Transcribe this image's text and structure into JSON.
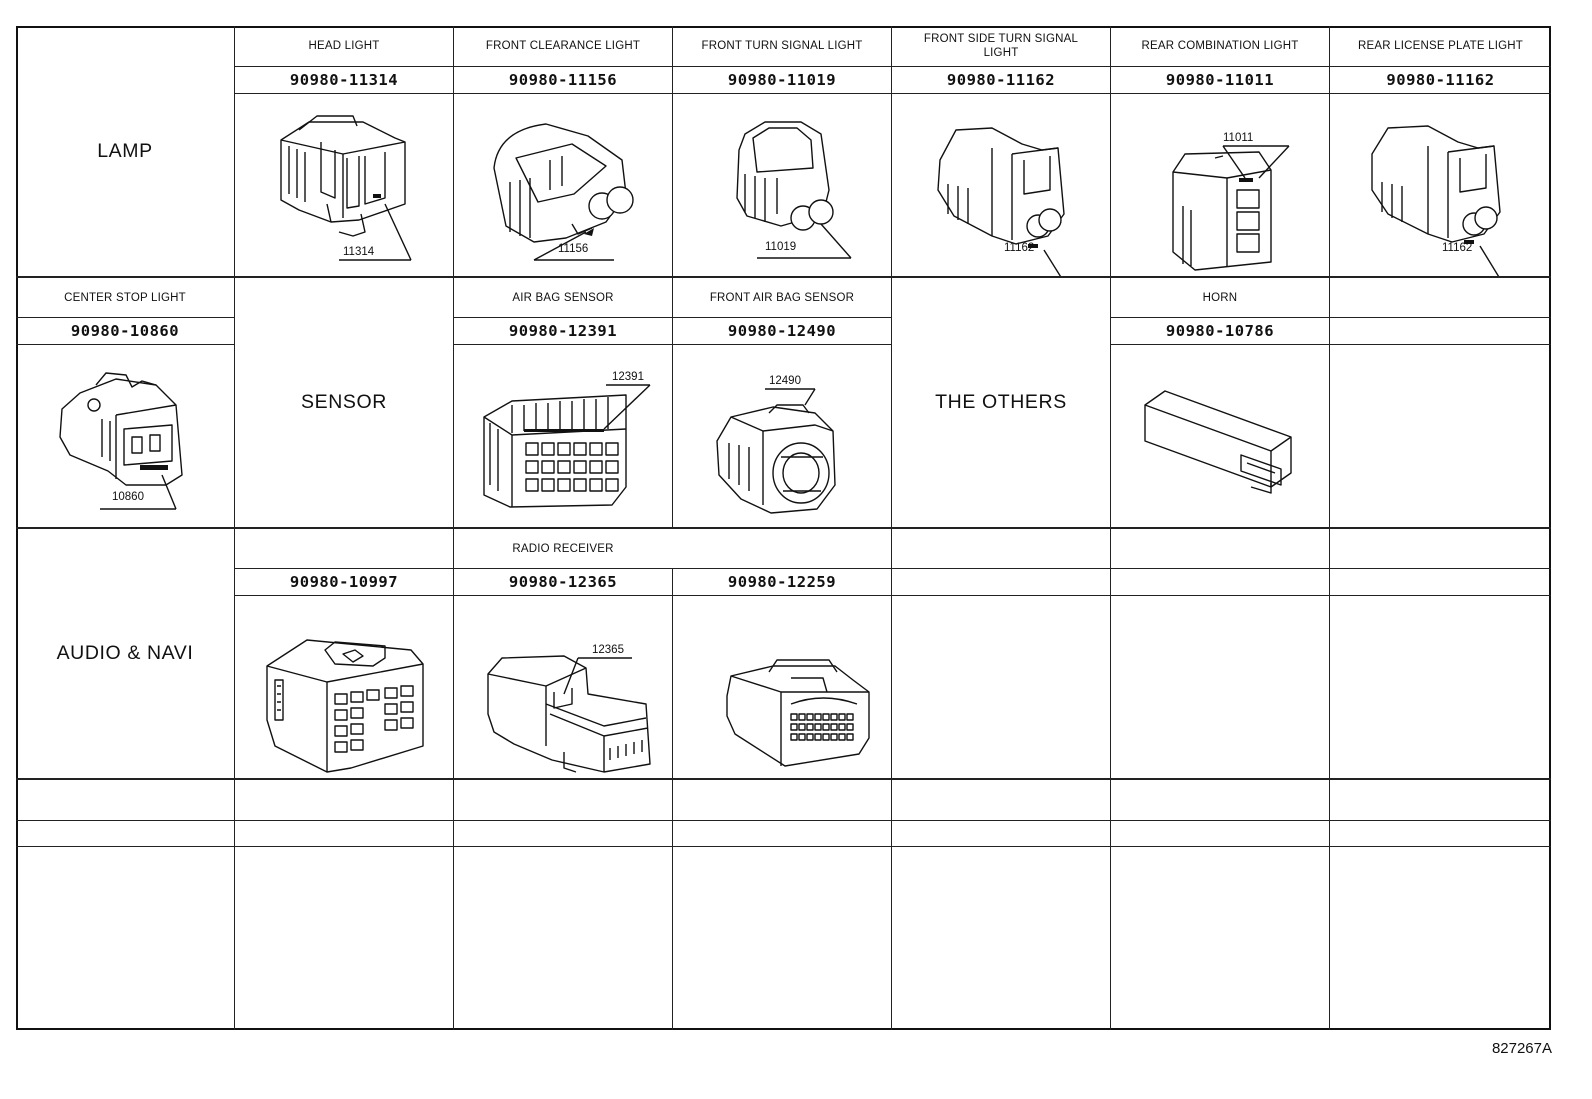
{
  "drawing_id": "827267A",
  "categories": {
    "lamp": "LAMP",
    "sensor": "SENSOR",
    "the_others": "THE OTHERS",
    "audio_navi": "AUDIO & NAVI"
  },
  "row1": [
    {
      "title": "HEAD LIGHT",
      "part": "90980-11314",
      "callout": "11314"
    },
    {
      "title": "FRONT CLEARANCE  LIGHT",
      "part": "90980-11156",
      "callout": "11156"
    },
    {
      "title": "FRONT TURN SIGNAL LIGHT",
      "part": "90980-11019",
      "callout": "11019"
    },
    {
      "title": "FRONT SIDE TURN SIGNAL LIGHT",
      "part": "90980-11162",
      "callout": "11162"
    },
    {
      "title": "REAR COMBINATION LIGHT",
      "part": "90980-11011",
      "callout": "11011"
    },
    {
      "title": "REAR LICENSE PLATE LIGHT",
      "part": "90980-11162",
      "callout": "11162"
    }
  ],
  "row2": [
    {
      "title": "CENTER STOP  LIGHT",
      "part": "90980-10860",
      "callout": "10860"
    },
    {
      "title": "AIR BAG SENSOR",
      "part": "90980-12391",
      "callout": "12391"
    },
    {
      "title": "FRONT AIR BAG SENSOR",
      "part": "90980-12490",
      "callout": "12490"
    },
    {
      "title": "HORN",
      "part": "90980-10786",
      "callout": ""
    }
  ],
  "row3": {
    "title": "RADIO RECEIVER",
    "items": [
      {
        "part": "90980-10997",
        "callout": ""
      },
      {
        "part": "90980-12365",
        "callout": "12365"
      },
      {
        "part": "90980-12259",
        "callout": ""
      }
    ]
  },
  "colors": {
    "line": "#222222",
    "background": "#ffffff",
    "ink": "#111111"
  }
}
